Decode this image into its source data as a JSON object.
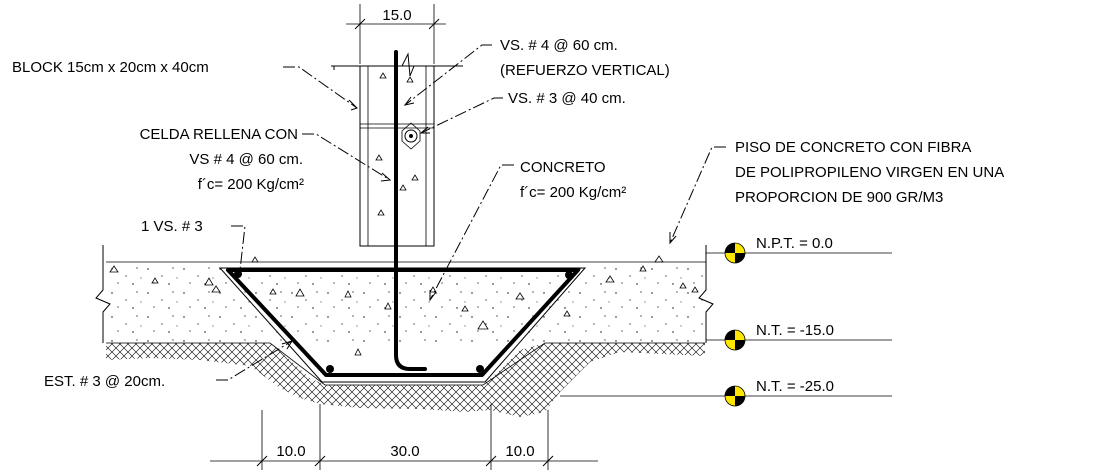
{
  "labels": {
    "block": "BLOCK 15cm x 20cm x 40cm",
    "vs4_line1": "VS. # 4 @ 60 cm.",
    "vs4_line2": "(REFUERZO VERTICAL)",
    "vs3_40": "VS. # 3 @ 40 cm.",
    "celda_line1": "CELDA RELLENA CON",
    "celda_line2": "VS # 4 @ 60 cm.",
    "celda_line3": "f´c= 200 Kg/cm²",
    "concreto_line1": "CONCRETO",
    "concreto_line2": "f´c= 200 Kg/cm²",
    "piso_line1": "PISO DE CONCRETO CON FIBRA",
    "piso_line2": "DE POLIPROPILENO VIRGEN EN UNA",
    "piso_line3": "PROPORCION DE 900 GR/M3",
    "vs3_1": "1 VS. # 3",
    "est3": "EST. # 3 @ 20cm."
  },
  "levels": [
    {
      "label": "N.P.T. = 0.0"
    },
    {
      "label": "N.T. = -15.0"
    },
    {
      "label": "N.T. = -25.0"
    }
  ],
  "dimensions": {
    "top": "15.0",
    "bottom_left": "10.0",
    "bottom_center": "30.0",
    "bottom_right": "10.0"
  },
  "colors": {
    "level_marker": "#FFE600",
    "line": "#000000"
  }
}
